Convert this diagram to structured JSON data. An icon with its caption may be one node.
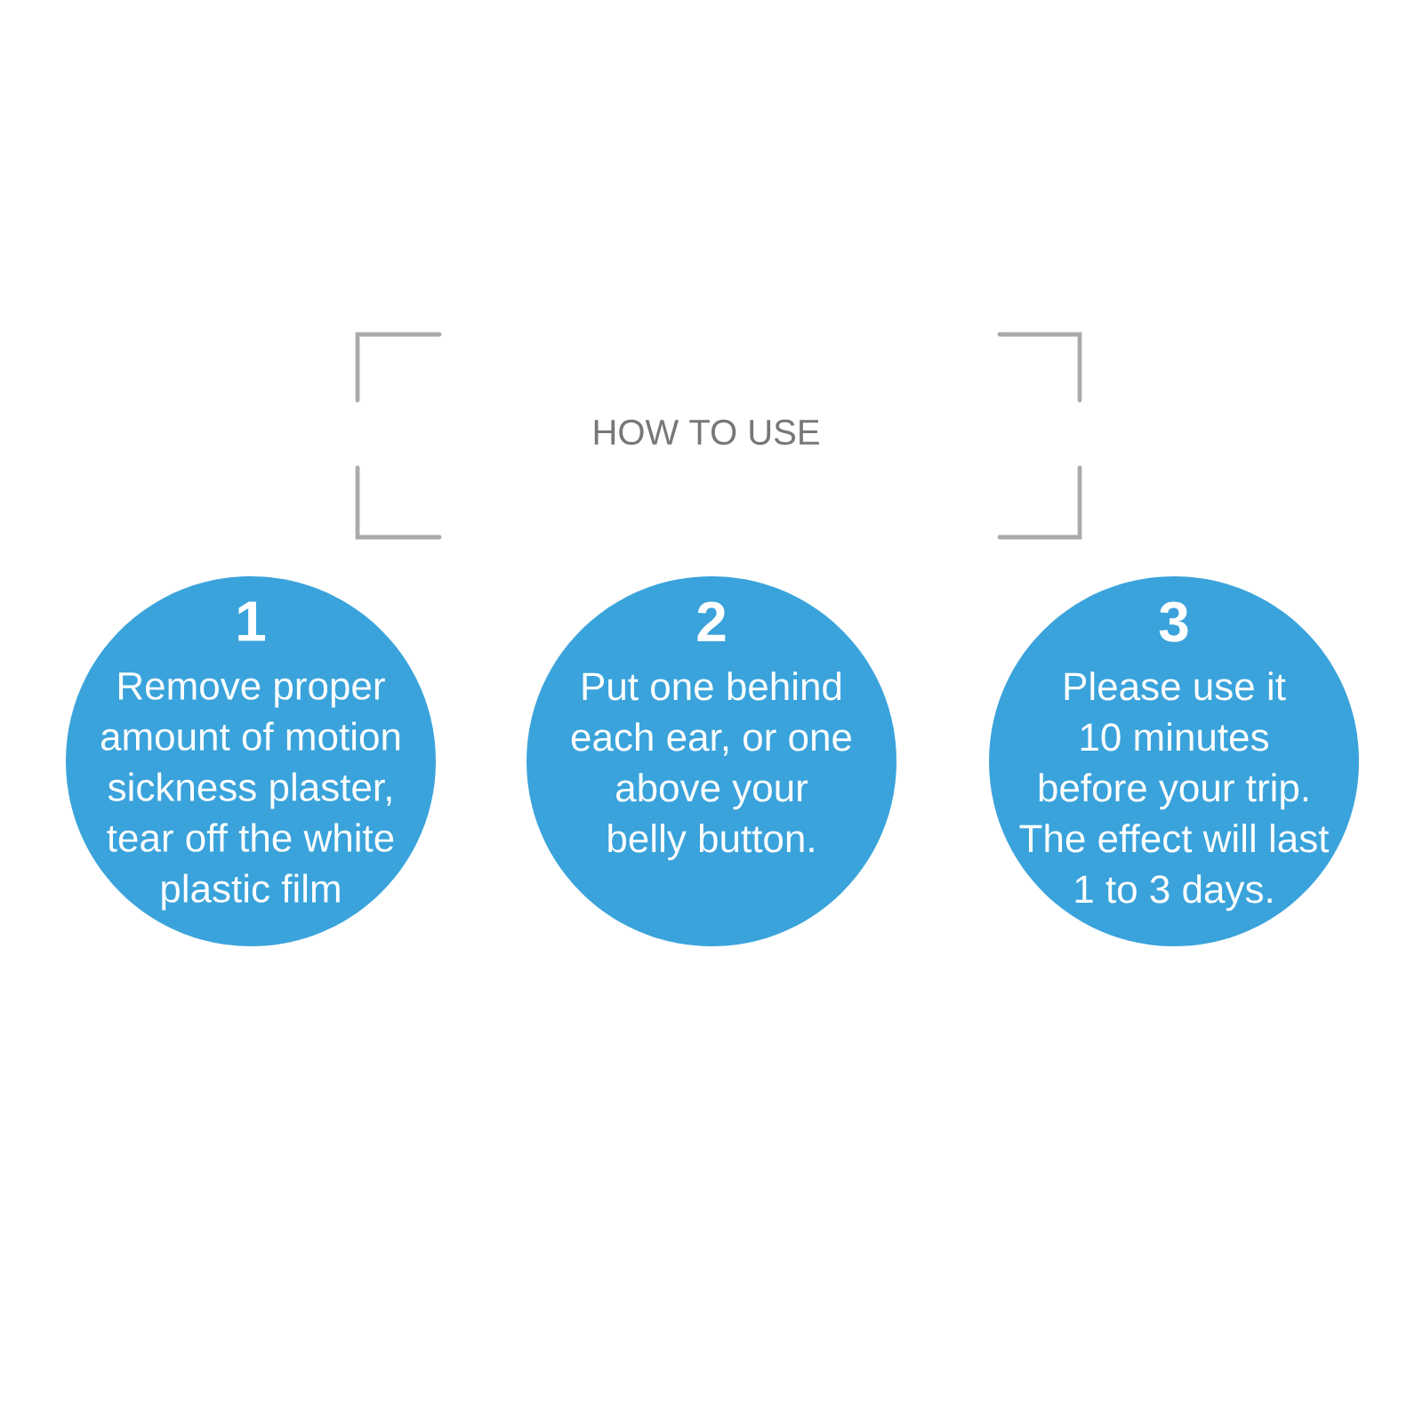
{
  "diagram": {
    "title": "HOW TO USE",
    "nodes": [
      {
        "text": [
          "1",
          "Remove proper amount of motion sickness plaster, tear off the white plastic film"
        ]
      },
      {
        "text": [
          "2",
          "Put one behind each ear, or one above your belly button."
        ]
      },
      {
        "text": [
          "3",
          "Please use it 10 minutes before your trip. The effect will last 1 to 3 days."
        ]
      }
    ]
  }
}
